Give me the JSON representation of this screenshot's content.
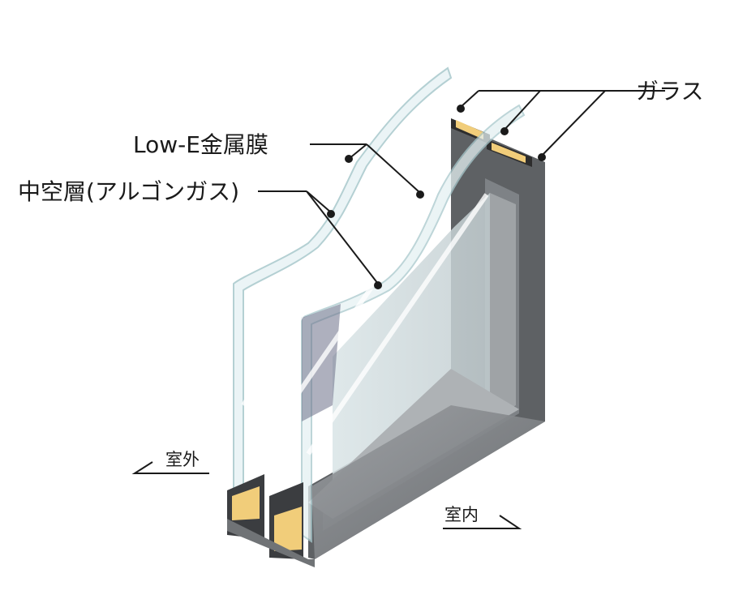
{
  "labels": {
    "low_e": "Low-E金属膜",
    "hollow_layer": "中空層(アルゴンガス)",
    "glass": "ガラス",
    "outdoor": "室外",
    "indoor": "室内"
  }
}
